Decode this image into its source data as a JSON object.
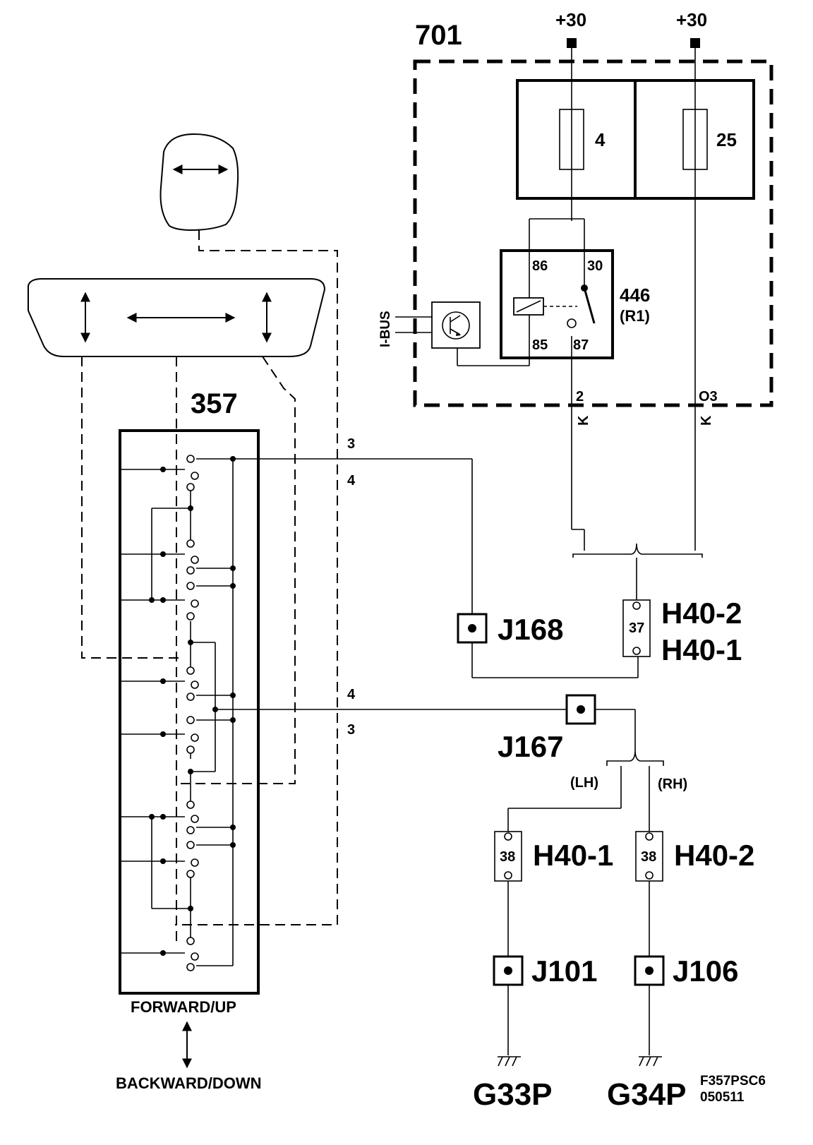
{
  "diagram": {
    "unit_701": "701",
    "unit_357": "357",
    "supply_left": "+30",
    "supply_right": "+30",
    "fuse_left": "4",
    "fuse_right": "25",
    "relay_pin_86": "86",
    "relay_pin_30": "30",
    "relay_pin_85": "85",
    "relay_pin_87": "87",
    "relay_id": "446",
    "relay_sub": "(R1)",
    "ibus": "I-BUS",
    "wire_k2_k": "K",
    "wire_k2_n": "2",
    "wire_k03_k": "K",
    "wire_k03_n": "O3",
    "pin_3_top": "3",
    "pin_4_top": "4",
    "pin_4_mid": "4",
    "pin_3_mid": "3",
    "j168": "J168",
    "j167": "J167",
    "j101": "J101",
    "j106": "J106",
    "h40_2_top": "H40-2",
    "h40_1_top": "H40-1",
    "pin_37": "37",
    "lh": "(LH)",
    "rh": "(RH)",
    "pin_38_left": "38",
    "pin_38_right": "38",
    "h40_1_bottom": "H40-1",
    "h40_2_bottom": "H40-2",
    "g33p": "G33P",
    "g34p": "G34P",
    "forward_up": "FORWARD/UP",
    "backward_down": "BACKWARD/DOWN",
    "ref_code": "F357PSC6",
    "ref_date": "050511"
  }
}
